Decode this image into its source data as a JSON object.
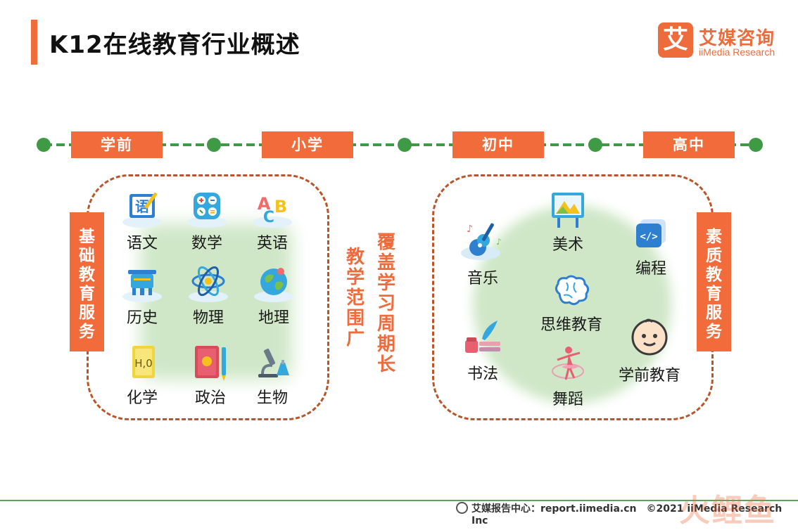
{
  "header": {
    "title": "K12在线教育行业概述",
    "logo_mark": "艾",
    "logo_cn": "艾媒咨询",
    "logo_en": "iiMedia Research"
  },
  "timeline": {
    "stages": [
      "学前",
      "小学",
      "初中",
      "高中"
    ]
  },
  "basic": {
    "side_label": [
      "基",
      "础",
      "教",
      "育",
      "服",
      "务"
    ],
    "subjects": [
      "语文",
      "数学",
      "英语",
      "历史",
      "物理",
      "地理",
      "化学",
      "政治",
      "生物"
    ],
    "icon_text": {
      "yuwen": "语",
      "chem": "H,0"
    },
    "note_scope": [
      "教",
      "学",
      "范",
      "围",
      "广"
    ],
    "note_cycle": [
      "覆",
      "盖",
      "学",
      "习",
      "周",
      "期",
      "长"
    ]
  },
  "quality": {
    "side_label": [
      "素",
      "质",
      "教",
      "育",
      "服",
      "务"
    ],
    "items": {
      "music": "音乐",
      "art": "美术",
      "coding": "编程",
      "thinking": "思维教育",
      "calligraphy": "书法",
      "dance": "舞蹈",
      "preschool": "学前教育"
    }
  },
  "footer": {
    "source": "艾媒报告中心：report.iimedia.cn　©2021 iiMedia Research Inc",
    "watermark": "火鲤鱼"
  },
  "colors": {
    "accent": "#f26b3a",
    "green": "#3e9a45",
    "dashed_border": "#b8562b",
    "blob": "#cfe7c7"
  }
}
